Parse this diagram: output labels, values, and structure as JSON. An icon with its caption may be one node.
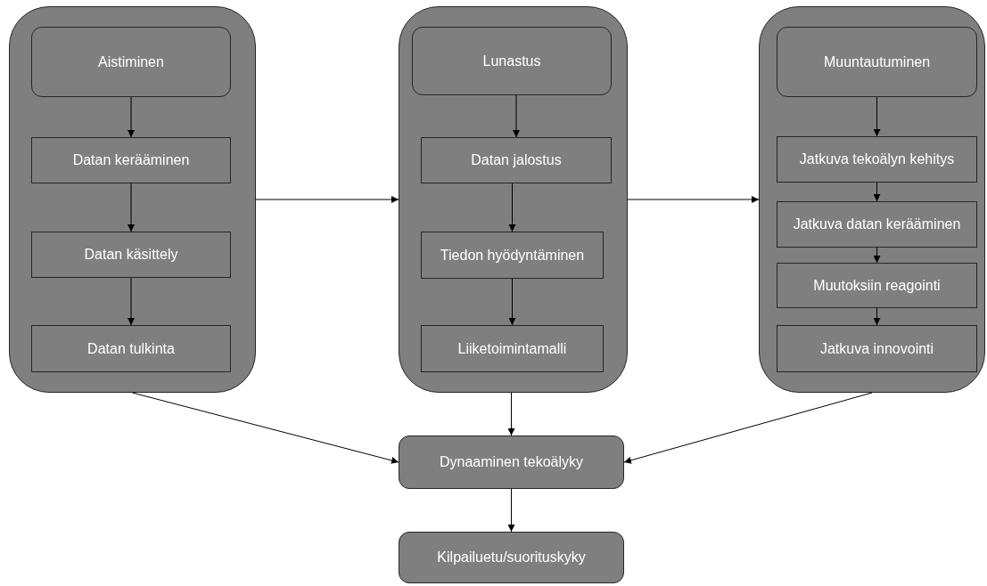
{
  "diagram": {
    "nodes": [
      {
        "text": [],
        "shape": "box"
      },
      {
        "text": [
          "Aistiminen"
        ],
        "in": 0
      },
      {
        "text": [
          "Datan kerääminen"
        ],
        "in": 0
      },
      {
        "text": [
          "Datan käsittely"
        ],
        "in": 0
      },
      {
        "text": [
          "Datan tulkinta"
        ],
        "in": 0
      },
      {
        "text": [],
        "shape": "box"
      },
      {
        "text": [
          "Lunastus"
        ],
        "in": 5
      },
      {
        "text": [
          "Datan jalostus"
        ],
        "in": 5
      },
      {
        "text": [
          "Tiedon hyödyntäminen"
        ],
        "in": 5
      },
      {
        "text": [
          "Liiketoimintamalli"
        ],
        "in": 5
      },
      {
        "text": [],
        "shape": "box"
      },
      {
        "text": [
          "Muuntautuminen"
        ],
        "in": 10
      },
      {
        "text": [
          "Jatkuva tekoälyn kehitys"
        ],
        "in": 10
      },
      {
        "text": [
          "Jatkuva datan kerääminen"
        ],
        "in": 10
      },
      {
        "text": [
          "Muutoksiin reagointi"
        ],
        "in": 10
      },
      {
        "text": [
          "Jatkuva innovointi"
        ],
        "in": 10
      },
      {
        "text": [
          "Dynaaminen tekoälyky"
        ]
      },
      {
        "text": [
          "Kilpailuetu/suorituskyky"
        ]
      }
    ],
    "edges": [
      {
        "from": 1,
        "to": 2,
        "arrow": "to"
      },
      {
        "from": 2,
        "to": 3,
        "arrow": "to"
      },
      {
        "from": 3,
        "to": 4,
        "arrow": "to"
      },
      {
        "from": 0,
        "to": 5,
        "arrow": "to"
      },
      {
        "from": 6,
        "to": 7,
        "arrow": "to"
      },
      {
        "from": 7,
        "to": 8,
        "arrow": "to"
      },
      {
        "from": 8,
        "to": 9,
        "arrow": "to"
      },
      {
        "from": 5,
        "to": 10,
        "arrow": "to"
      },
      {
        "from": 11,
        "to": 12,
        "arrow": "to"
      },
      {
        "from": 12,
        "to": 13,
        "arrow": "to"
      },
      {
        "from": 13,
        "to": 14,
        "arrow": "to"
      },
      {
        "from": 14,
        "to": 15,
        "arrow": "to"
      },
      {
        "from": 0,
        "to": 16,
        "arrow": "to"
      },
      {
        "from": 5,
        "to": 16,
        "arrow": "to"
      },
      {
        "from": 10,
        "to": 16,
        "arrow": "to"
      },
      {
        "from": 16,
        "to": 17,
        "arrow": "to"
      }
    ]
  }
}
